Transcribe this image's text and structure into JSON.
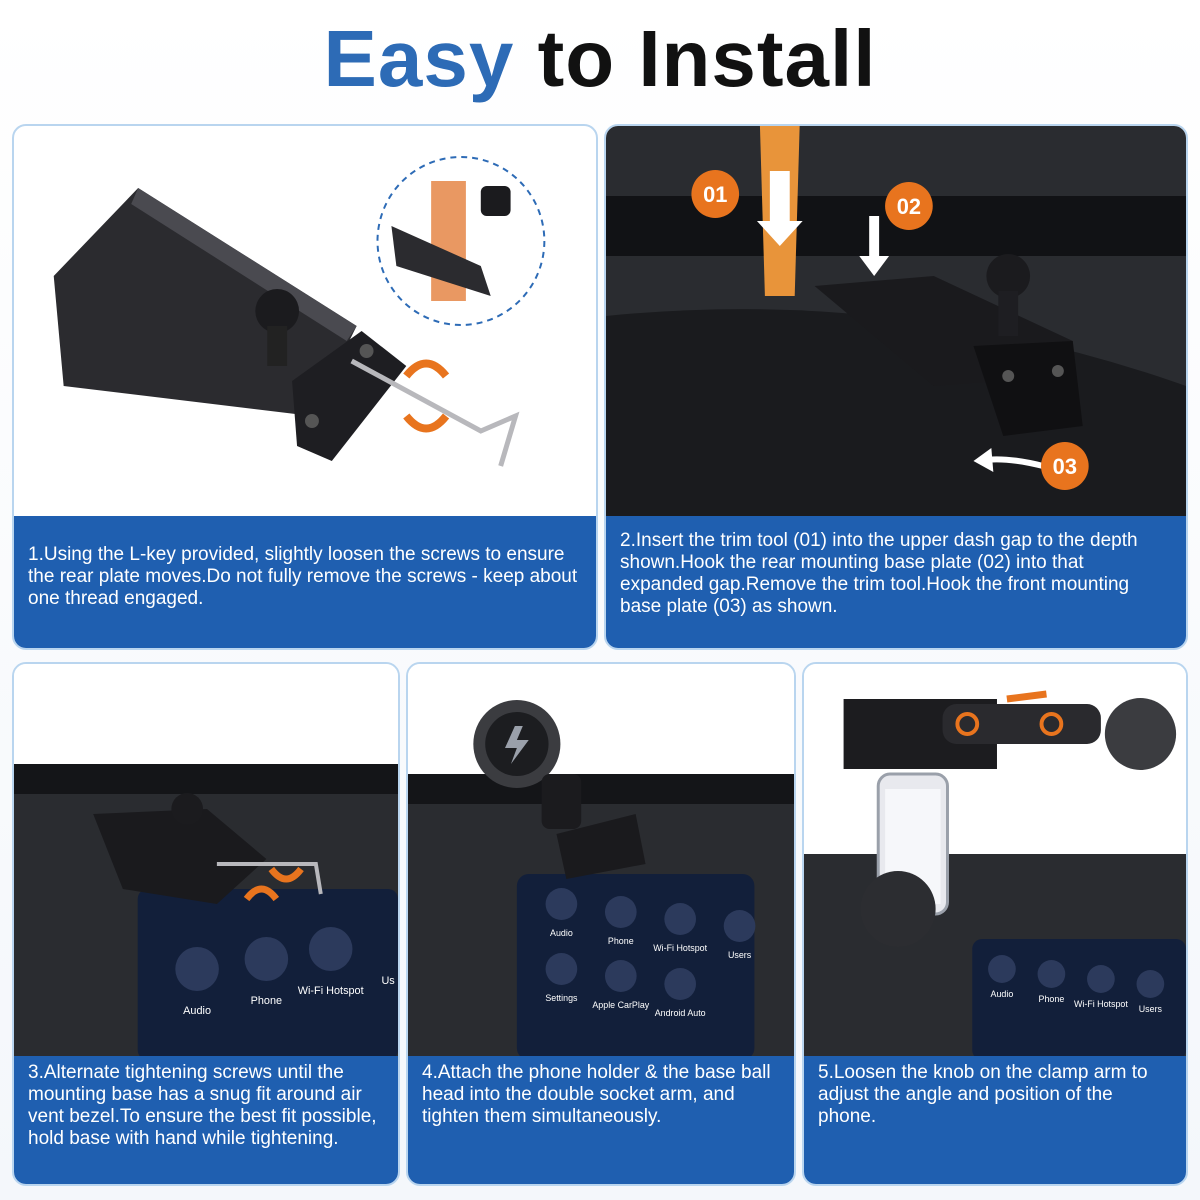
{
  "title": {
    "accent": "Easy",
    "rest": "to Install"
  },
  "steps": [
    {
      "caption": "1.Using the L-key provided, slightly loosen the screws to ensure the rear plate moves.Do not fully remove the screws - keep about one thread engaged."
    },
    {
      "caption": "2.Insert the trim tool (01) into the upper dash gap to the depth shown.Hook the rear mounting base plate (02) into that expanded gap.Remove the trim tool.Hook the front mounting base plate (03) as shown."
    },
    {
      "caption": "3.Alternate tightening screws until the mounting base has a snug fit around air vent bezel.To ensure the best fit possible, hold base with hand while tightening."
    },
    {
      "caption": "4.Attach the phone holder & the base ball head into the double socket arm, and tighten them simultaneously."
    },
    {
      "caption": "5.Loosen the knob on the clamp arm to adjust the angle and position of the phone."
    }
  ],
  "markers": {
    "m01": "01",
    "m02": "02",
    "m03": "03"
  },
  "screen_apps": {
    "card3": [
      "Audio",
      "Phone",
      "Wi-Fi Hotspot",
      "Us"
    ],
    "card4": [
      "Audio",
      "Phone",
      "Wi-Fi Hotspot",
      "Users",
      "Settings",
      "Apple CarPlay",
      "Android Auto"
    ],
    "card5": [
      "Audio",
      "Phone",
      "Wi-Fi Hotspot",
      "Users"
    ]
  },
  "colors": {
    "accent": "#2d6bb6",
    "caption_bg": "#1f5fb0",
    "marker": "#e8741e",
    "card_border": "#b9d5ef"
  }
}
